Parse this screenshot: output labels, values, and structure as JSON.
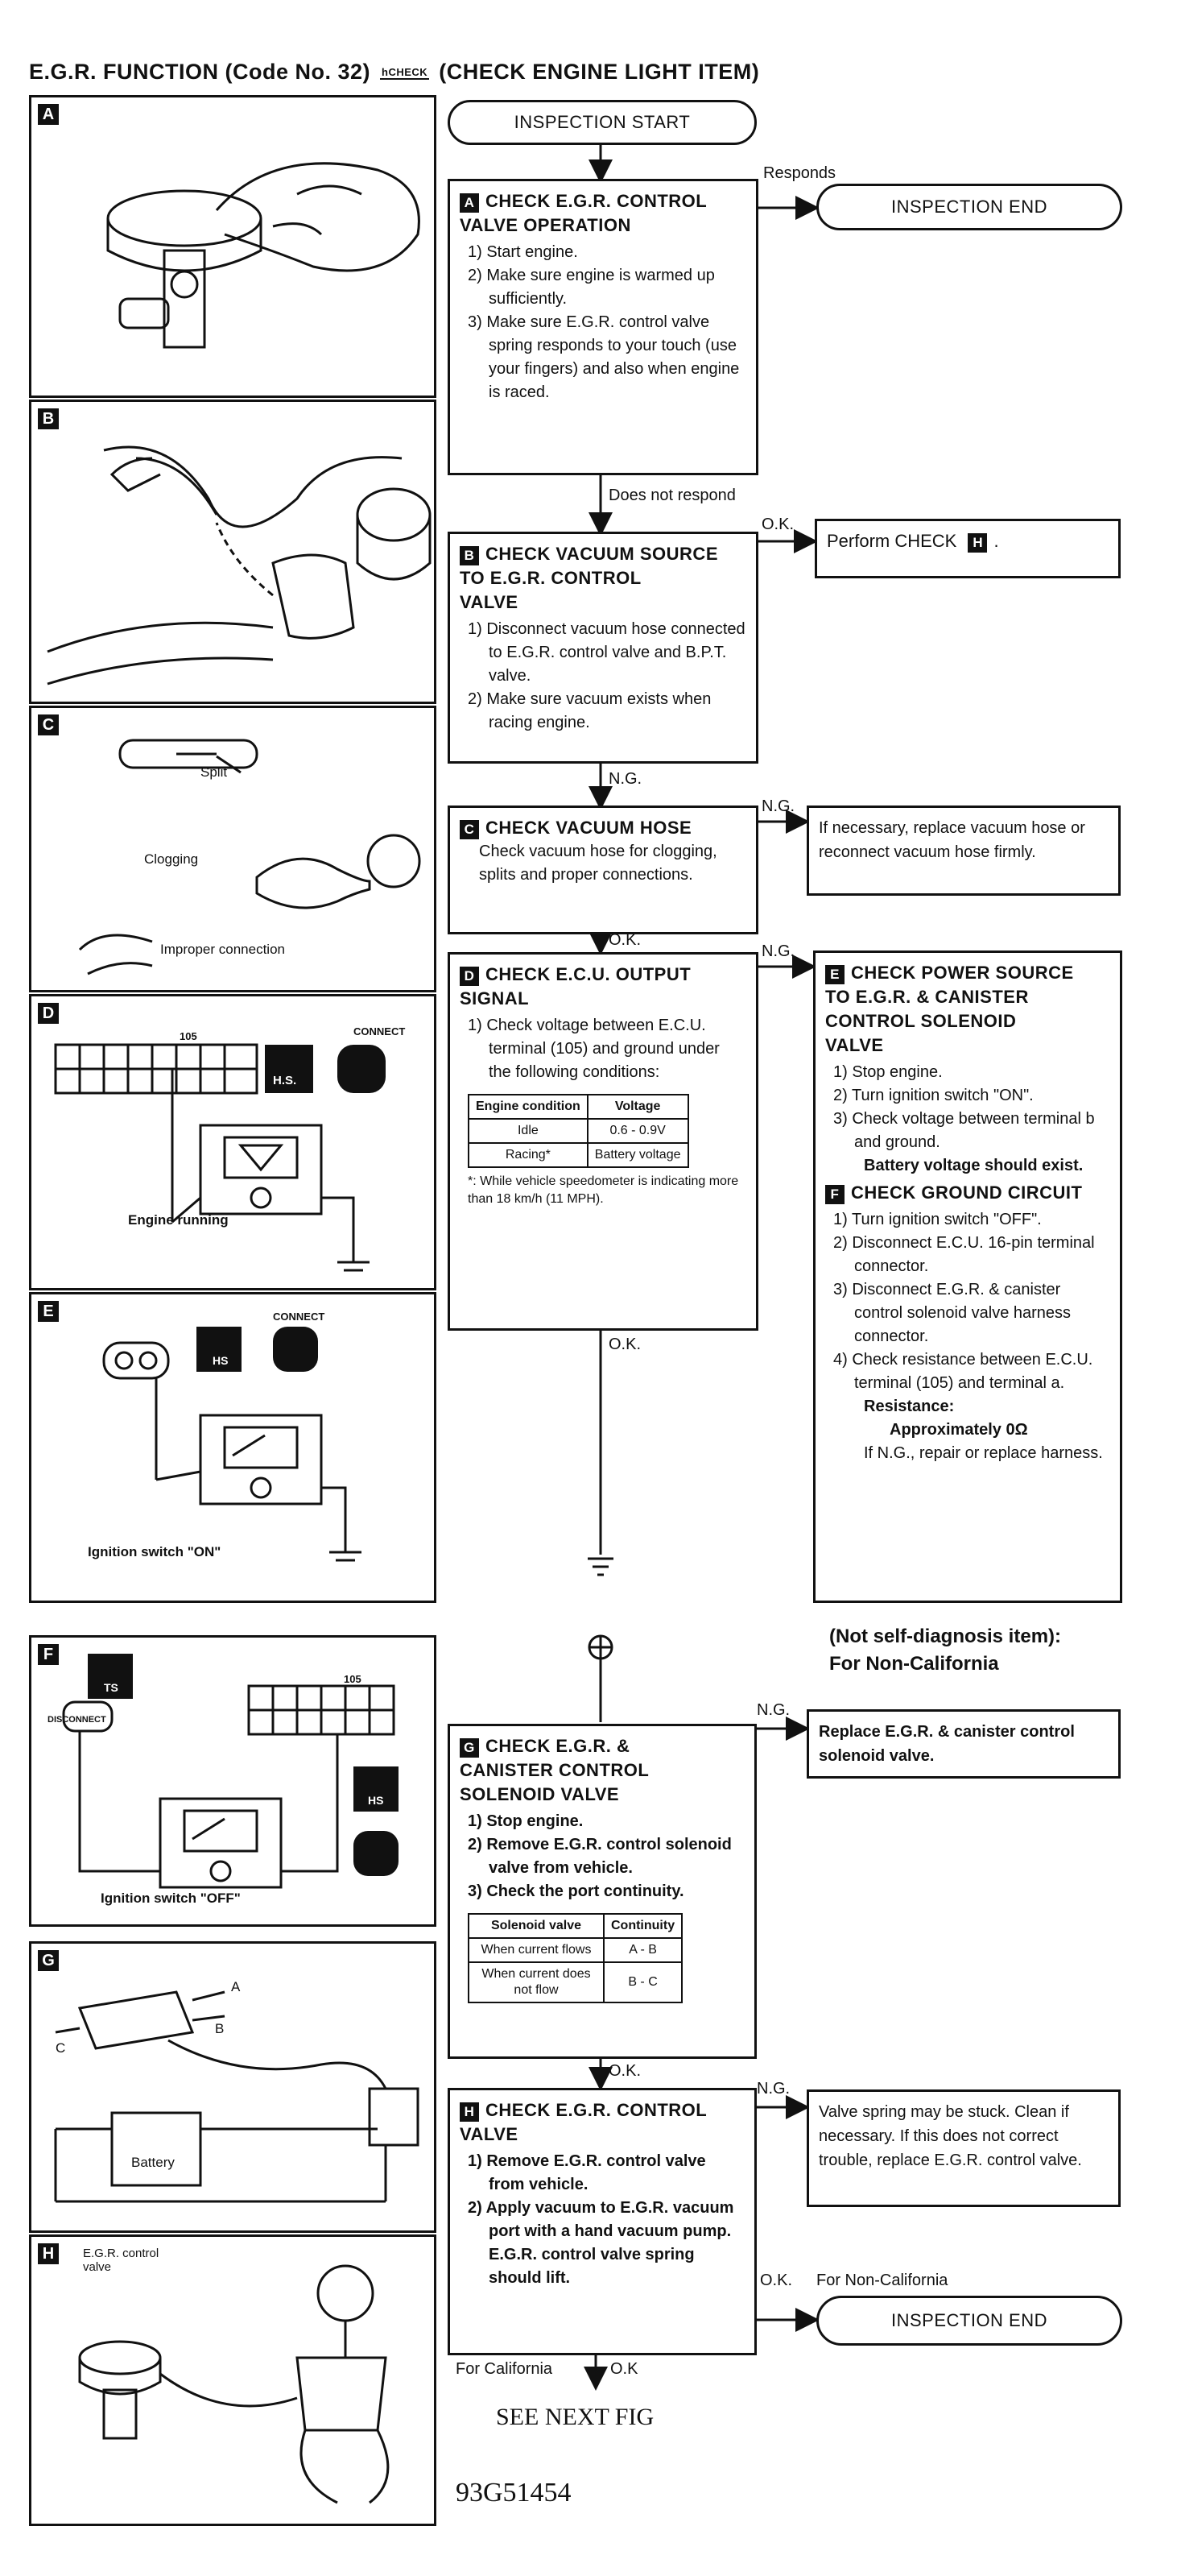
{
  "title": {
    "prefix": "E.G.R. FUNCTION (Code No. 32)",
    "hcheck": "hCHECK",
    "suffix": "(CHECK ENGINE LIGHT ITEM)"
  },
  "start": "INSPECTION START",
  "end_label": "INSPECTION END",
  "connectors": {
    "responds": "Responds",
    "does_not_respond": "Does not respond",
    "ok": "O.K.",
    "ng": "N.G.",
    "ok2": "O.K",
    "for_non_california": "For Non-California",
    "for_california": "For California"
  },
  "figures": {
    "A": {
      "tag": "A"
    },
    "B": {
      "tag": "B"
    },
    "C": {
      "tag": "C",
      "split": "Split",
      "clogging": "Clogging",
      "improper": "Improper connection"
    },
    "D": {
      "tag": "D",
      "caption": "Engine running",
      "hs": "H.S.",
      "connect": "CONNECT",
      "term": "105"
    },
    "E": {
      "tag": "E",
      "caption": "Ignition switch \"ON\"",
      "hs": "HS",
      "connect": "CONNECT"
    },
    "F": {
      "tag": "F",
      "caption": "Ignition switch \"OFF\"",
      "ts": "TS",
      "hs": "HS",
      "disconnect": "DISCONNECT",
      "term": "105"
    },
    "G": {
      "tag": "G",
      "battery": "Battery",
      "a": "A",
      "b": "B",
      "c": "C"
    },
    "H": {
      "tag": "H",
      "caption": "E.G.R. control valve"
    }
  },
  "steps": {
    "A": {
      "tag": "A",
      "head": "CHECK E.G.R. CONTROL\nVALVE OPERATION",
      "items": [
        "1) Start engine.",
        "2) Make sure engine is warmed up sufficiently.",
        "3) Make sure E.G.R. control valve spring responds to your touch (use your fingers) and also when engine is raced."
      ]
    },
    "B": {
      "tag": "B",
      "head": "CHECK VACUUM SOURCE\nTO E.G.R. CONTROL\nVALVE",
      "items": [
        "1) Disconnect vacuum hose connected to E.G.R. control valve and B.P.T. valve.",
        "2) Make sure vacuum exists when racing engine."
      ]
    },
    "B_ok": {
      "text": "Perform CHECK",
      "tag": "H",
      "dot": "."
    },
    "C": {
      "tag": "C",
      "head": "CHECK VACUUM HOSE",
      "body": "Check vacuum hose for clogging, splits and proper connections."
    },
    "C_ng": "If necessary, replace vacuum hose or reconnect vacuum hose firmly.",
    "D": {
      "tag": "D",
      "head": "CHECK E.C.U. OUTPUT\nSIGNAL",
      "items": [
        "1) Check voltage between E.C.U. terminal (105) and ground under the following conditions:"
      ],
      "table": {
        "headers": [
          "Engine condition",
          "Voltage"
        ],
        "rows": [
          [
            "Idle",
            "0.6 - 0.9V"
          ],
          [
            "Racing*",
            "Battery voltage"
          ]
        ]
      },
      "note": "*: While vehicle speedometer is indicating more than 18 km/h (11 MPH)."
    },
    "E": {
      "tag": "E",
      "head": "CHECK POWER SOURCE\nTO E.G.R. & CANISTER\nCONTROL SOLENOID\nVALVE",
      "items": [
        "1) Stop engine.",
        "2) Turn ignition switch \"ON\".",
        "3) Check voltage between terminal b and ground."
      ],
      "bold": "Battery voltage should exist."
    },
    "F": {
      "tag": "F",
      "head": "CHECK GROUND CIRCUIT",
      "items": [
        "1) Turn ignition switch \"OFF\".",
        "2) Disconnect E.C.U. 16-pin terminal connector.",
        "3) Disconnect E.G.R. & canister control solenoid valve harness connector.",
        "4) Check resistance between E.C.U. terminal (105) and terminal a."
      ],
      "resistance_label": "Resistance:",
      "resistance_value": "Approximately 0Ω",
      "fix": "If N.G., repair or replace harness."
    },
    "not_self": "(Not self-diagnosis item):",
    "for_non_cal": "For Non-California",
    "G": {
      "tag": "G",
      "head": "CHECK E.G.R. &\nCANISTER CONTROL\nSOLENOID VALVE",
      "items": [
        "1) Stop engine.",
        "2) Remove E.G.R. control solenoid valve from vehicle.",
        "3) Check the port continuity."
      ],
      "table": {
        "headers": [
          "Solenoid valve",
          "Continuity"
        ],
        "rows": [
          [
            "When current flows",
            "A - B"
          ],
          [
            "When current does not flow",
            "B - C"
          ]
        ]
      }
    },
    "G_ng": "Replace E.G.R. & canister control solenoid valve.",
    "H": {
      "tag": "H",
      "head": "CHECK E.G.R. CONTROL\nVALVE",
      "items": [
        "1) Remove E.G.R. control valve from vehicle.",
        "2) Apply vacuum to E.G.R. vacuum port with a hand vacuum pump."
      ],
      "bold": "E.G.R. control valve spring should lift."
    },
    "H_ng": "Valve spring may be stuck. Clean if necessary. If this does not correct trouble, replace E.G.R. control valve."
  },
  "footer": {
    "see_next": "SEE NEXT FIG",
    "code": "93G51454"
  }
}
